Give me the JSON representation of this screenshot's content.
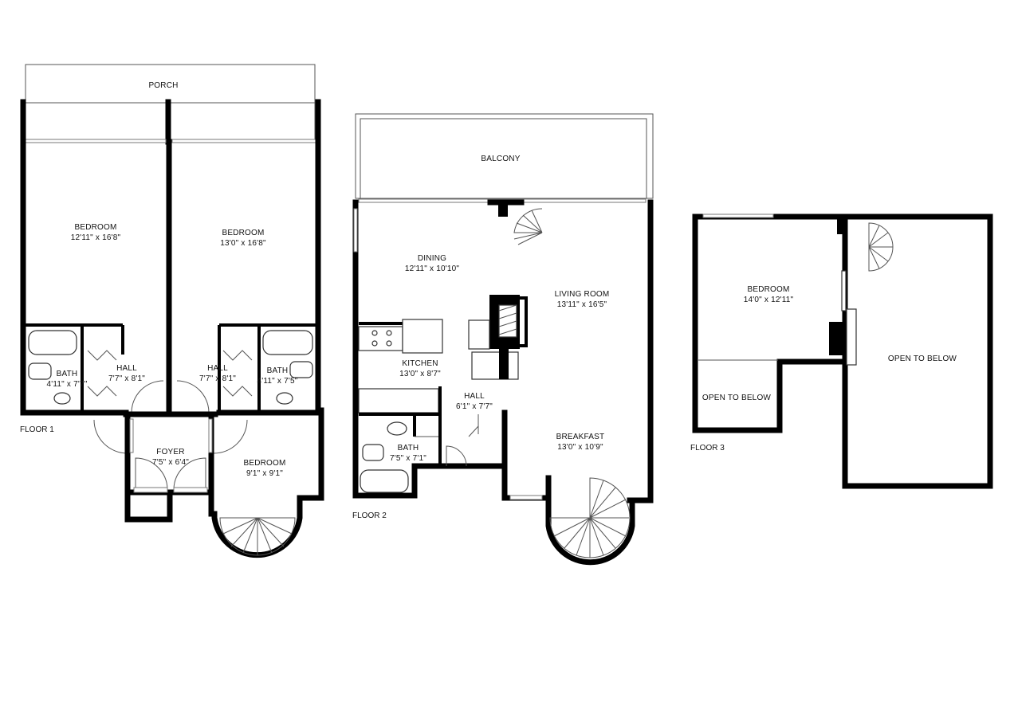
{
  "floor1": {
    "label": "FLOOR 1",
    "porch": "PORCH",
    "bedroom_a": {
      "name": "BEDROOM",
      "dims": "12'11\" x 16'8\""
    },
    "bedroom_b": {
      "name": "BEDROOM",
      "dims": "13'0\" x 16'8\""
    },
    "bath_a": {
      "name": "BATH",
      "dims": "4'11\" x 7'7\""
    },
    "hall_a": {
      "name": "HALL",
      "dims": "7'7\" x 8'1\""
    },
    "hall_b": {
      "name": "HALL",
      "dims": "7'7\" x 8'1\""
    },
    "bath_b": {
      "name": "BATH",
      "dims": "4'11\" x 7'5\""
    },
    "foyer": {
      "name": "FOYER",
      "dims": "7'5\" x 6'4\""
    },
    "bedroom_c": {
      "name": "BEDROOM",
      "dims": "9'1\" x 9'1\""
    }
  },
  "floor2": {
    "label": "FLOOR 2",
    "balcony": "BALCONY",
    "dining": {
      "name": "DINING",
      "dims": "12'11\" x 10'10\""
    },
    "living": {
      "name": "LIVING ROOM",
      "dims": "13'11\" x 16'5\""
    },
    "kitchen": {
      "name": "KITCHEN",
      "dims": "13'0\" x 8'7\""
    },
    "hall": {
      "name": "HALL",
      "dims": "6'1\" x 7'7\""
    },
    "bath": {
      "name": "BATH",
      "dims": "7'5\" x 7'1\""
    },
    "breakfast": {
      "name": "BREAKFAST",
      "dims": "13'0\" x 10'9\""
    }
  },
  "floor3": {
    "label": "FLOOR 3",
    "bedroom": {
      "name": "BEDROOM",
      "dims": "14'0\" x 12'11\""
    },
    "open_small": "OPEN TO BELOW",
    "open_large": "OPEN TO BELOW"
  }
}
